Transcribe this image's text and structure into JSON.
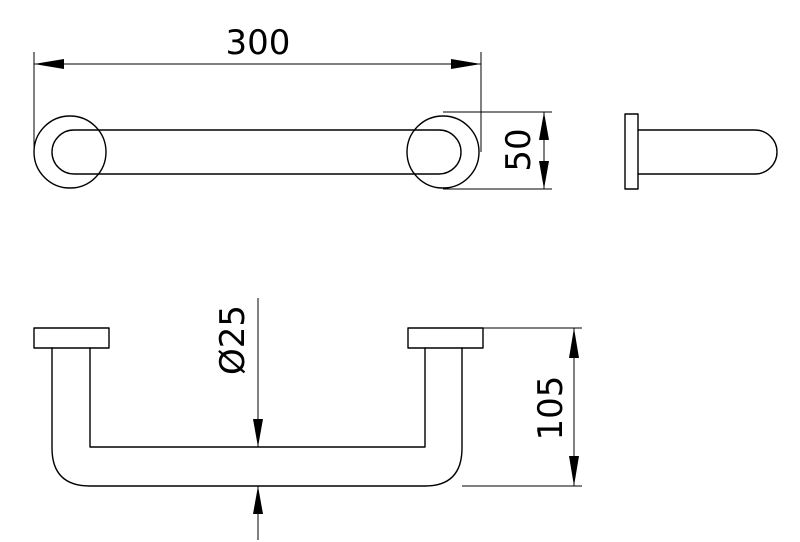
{
  "dimensions": {
    "length": "300",
    "flange_diameter": "50",
    "tube_diameter": "Ø25",
    "projection": "105"
  },
  "colors": {
    "line": "#000000",
    "background": "#ffffff"
  }
}
